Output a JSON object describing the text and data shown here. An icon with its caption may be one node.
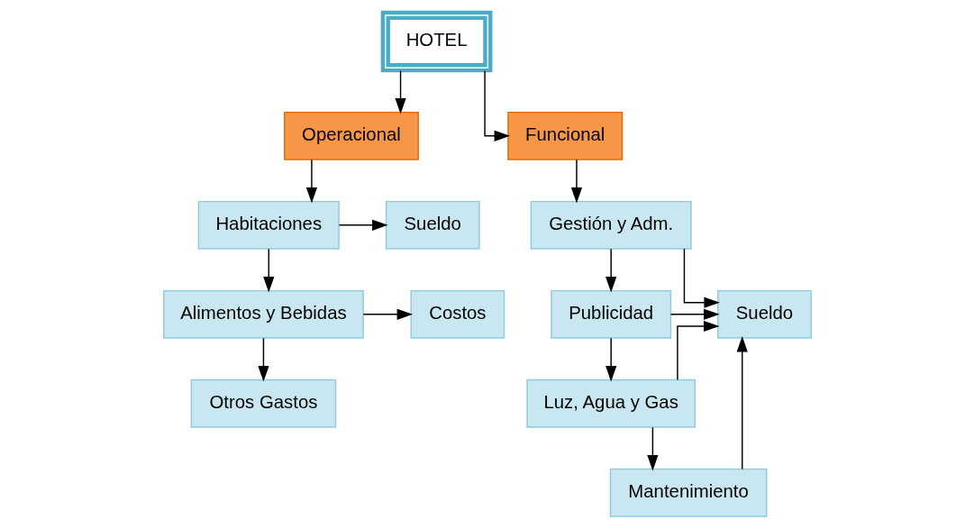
{
  "diagram": {
    "nodes": [
      {
        "text": [
          "HOTEL"
        ]
      },
      {
        "text": [
          "Operacional"
        ]
      },
      {
        "text": [
          "Funcional"
        ]
      },
      {
        "text": [
          "Habitaciones"
        ]
      },
      {
        "text": [
          "Sueldo"
        ]
      },
      {
        "text": [
          "Alimentos y Bebidas"
        ]
      },
      {
        "text": [
          "Costos"
        ]
      },
      {
        "text": [
          "Otros Gastos"
        ]
      },
      {
        "text": [
          "Gestión y Adm."
        ]
      },
      {
        "text": [
          "Publicidad"
        ]
      },
      {
        "text": [
          "Sueldo"
        ]
      },
      {
        "text": [
          "Luz, Agua y Gas"
        ]
      },
      {
        "text": [
          "Mantenimiento"
        ]
      }
    ],
    "edges": [
      {
        "from": 0,
        "to": 1,
        "arrow": "to"
      },
      {
        "from": 0,
        "to": 2,
        "arrow": "to"
      },
      {
        "from": 1,
        "to": 3,
        "arrow": "to"
      },
      {
        "from": 3,
        "to": 4,
        "arrow": "to"
      },
      {
        "from": 3,
        "to": 5,
        "arrow": "to"
      },
      {
        "from": 5,
        "to": 6,
        "arrow": "to"
      },
      {
        "from": 5,
        "to": 7,
        "arrow": "to"
      },
      {
        "from": 2,
        "to": 8,
        "arrow": "to"
      },
      {
        "from": 8,
        "to": 9,
        "arrow": "to"
      },
      {
        "from": 9,
        "to": 11,
        "arrow": "to"
      },
      {
        "from": 11,
        "to": 12,
        "arrow": "to"
      },
      {
        "from": 8,
        "to": 10,
        "arrow": "to"
      },
      {
        "from": 9,
        "to": 10,
        "arrow": "to"
      },
      {
        "from": 11,
        "to": 10,
        "arrow": "to"
      },
      {
        "from": 12,
        "to": 10,
        "arrow": "to"
      }
    ]
  }
}
